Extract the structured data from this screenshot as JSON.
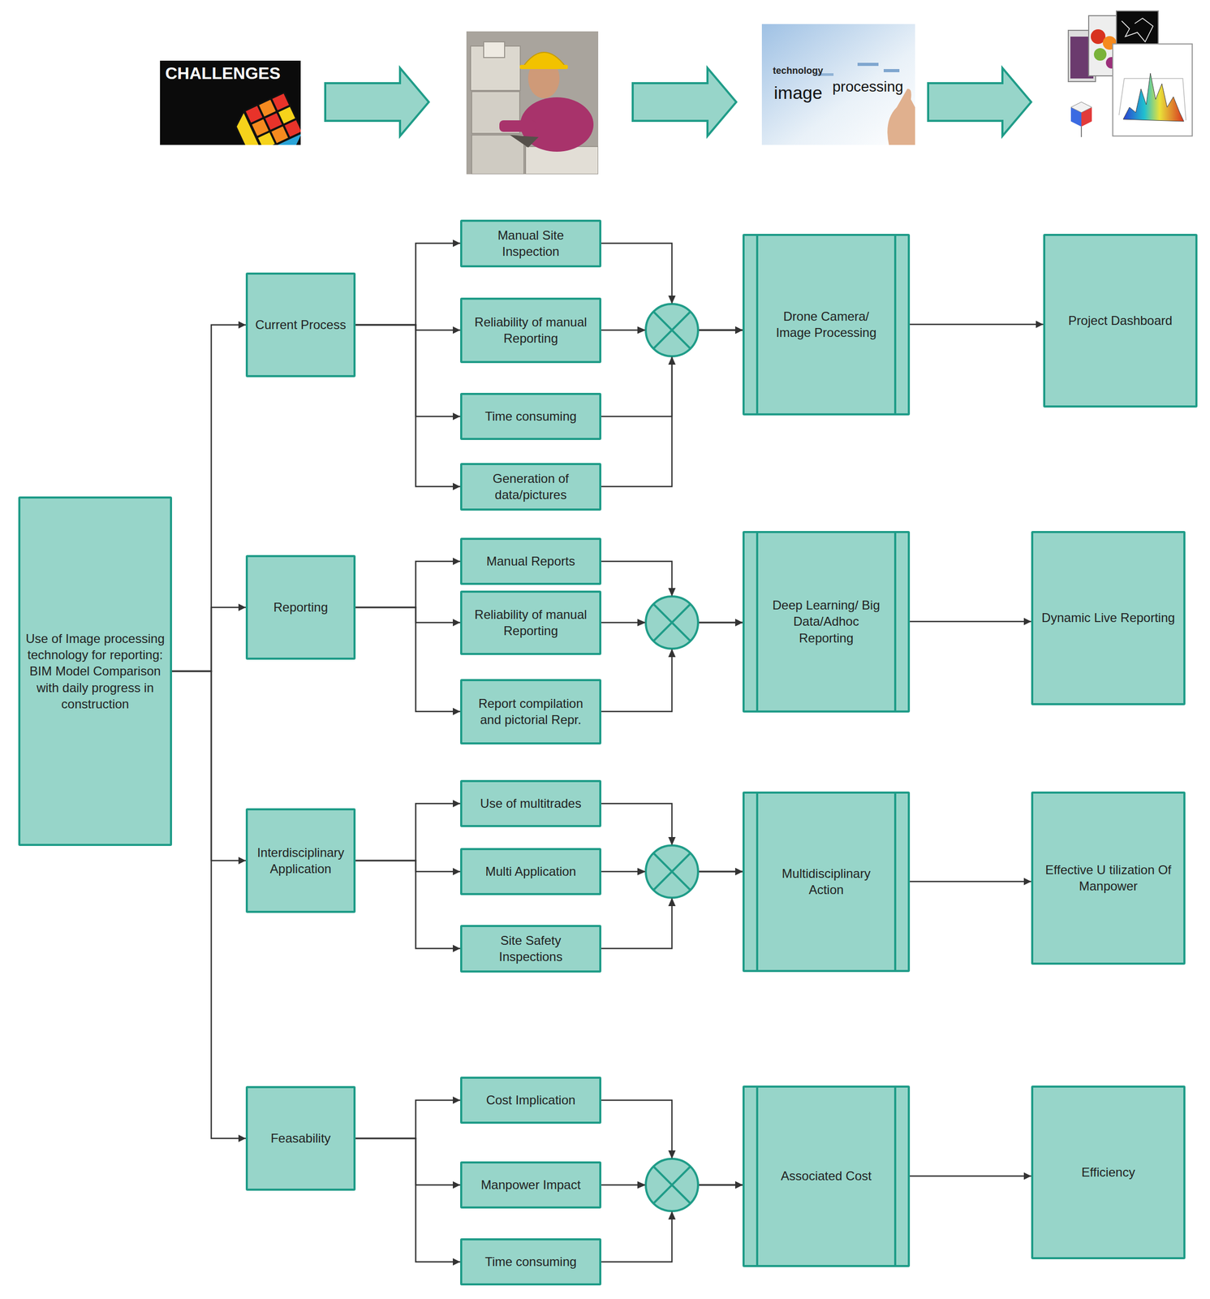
{
  "diagram": {
    "nodes": [
      {
        "text": [
          "Use of Image processing technology for reporting: BIM Model Comparison with daily progress in construction"
        ]
      },
      {
        "text": [
          "Current Process"
        ]
      },
      {
        "text": [
          "Manual Site Inspection"
        ]
      },
      {
        "text": [
          "Reliability of manual Reporting"
        ]
      },
      {
        "text": [
          "Time consuming"
        ]
      },
      {
        "text": [
          "Generation of data/pictures"
        ]
      },
      {
        "text": [
          "Drone Camera/ Image Processing"
        ]
      },
      {
        "text": [
          "Project Dashboard"
        ]
      },
      {
        "text": [
          "Reporting"
        ]
      },
      {
        "text": [
          "Manual Reports"
        ]
      },
      {
        "text": [
          "Reliability of manual Reporting"
        ]
      },
      {
        "text": [
          "Report compilation and pictorial Repr."
        ]
      },
      {
        "text": [
          "Deep Learning/ Big Data/Adhoc Reporting"
        ]
      },
      {
        "text": [
          "Dynamic Live Reporting"
        ]
      },
      {
        "text": [
          "Interdisciplinary Application"
        ]
      },
      {
        "text": [
          "Use of multitrades"
        ]
      },
      {
        "text": [
          "Multi Application"
        ]
      },
      {
        "text": [
          "Site Safety Inspections"
        ]
      },
      {
        "text": [
          "Multidisciplinary Action"
        ]
      },
      {
        "text": [
          "Effective U tilization Of Manpower"
        ]
      },
      {
        "text": [
          "Feasability"
        ]
      },
      {
        "text": [
          "Cost Implication"
        ]
      },
      {
        "text": [
          "Manpower Impact"
        ]
      },
      {
        "text": [
          "Time consuming"
        ]
      },
      {
        "text": [
          "Associated Cost"
        ]
      },
      {
        "text": [
          "Efficiency"
        ]
      }
    ],
    "edges": [
      {
        "from": 0,
        "to": 1,
        "arrow": "to"
      },
      {
        "from": 0,
        "to": 8,
        "arrow": "to"
      },
      {
        "from": 0,
        "to": 14,
        "arrow": "to"
      },
      {
        "from": 0,
        "to": 20,
        "arrow": "to"
      },
      {
        "from": 1,
        "to": 2,
        "arrow": "to"
      },
      {
        "from": 1,
        "to": 3,
        "arrow": "to"
      },
      {
        "from": 1,
        "to": 4,
        "arrow": "to"
      },
      {
        "from": 1,
        "to": 5,
        "arrow": "to"
      },
      {
        "from": 2,
        "to": 6,
        "arrow": "to"
      },
      {
        "from": 3,
        "to": 6,
        "arrow": "to"
      },
      {
        "from": 4,
        "to": 6,
        "arrow": "to"
      },
      {
        "from": 5,
        "to": 6,
        "arrow": "to"
      },
      {
        "from": 6,
        "to": 7,
        "arrow": "to"
      },
      {
        "from": 8,
        "to": 9,
        "arrow": "to"
      },
      {
        "from": 8,
        "to": 10,
        "arrow": "to"
      },
      {
        "from": 8,
        "to": 11,
        "arrow": "to"
      },
      {
        "from": 9,
        "to": 12,
        "arrow": "to"
      },
      {
        "from": 10,
        "to": 12,
        "arrow": "to"
      },
      {
        "from": 11,
        "to": 12,
        "arrow": "to"
      },
      {
        "from": 12,
        "to": 13,
        "arrow": "to"
      },
      {
        "from": 14,
        "to": 15,
        "arrow": "to"
      },
      {
        "from": 14,
        "to": 16,
        "arrow": "to"
      },
      {
        "from": 14,
        "to": 17,
        "arrow": "to"
      },
      {
        "from": 15,
        "to": 18,
        "arrow": "to"
      },
      {
        "from": 16,
        "to": 18,
        "arrow": "to"
      },
      {
        "from": 17,
        "to": 18,
        "arrow": "to"
      },
      {
        "from": 18,
        "to": 19,
        "arrow": "to"
      },
      {
        "from": 20,
        "to": 21,
        "arrow": "to"
      },
      {
        "from": 20,
        "to": 22,
        "arrow": "to"
      },
      {
        "from": 20,
        "to": 23,
        "arrow": "to"
      },
      {
        "from": 21,
        "to": 24,
        "arrow": "to"
      },
      {
        "from": 22,
        "to": 24,
        "arrow": "to"
      },
      {
        "from": 23,
        "to": 24,
        "arrow": "to"
      },
      {
        "from": 24,
        "to": 25,
        "arrow": "to"
      }
    ],
    "labels": [
      "CHALLENGES",
      "technology",
      "image",
      "processing"
    ]
  }
}
